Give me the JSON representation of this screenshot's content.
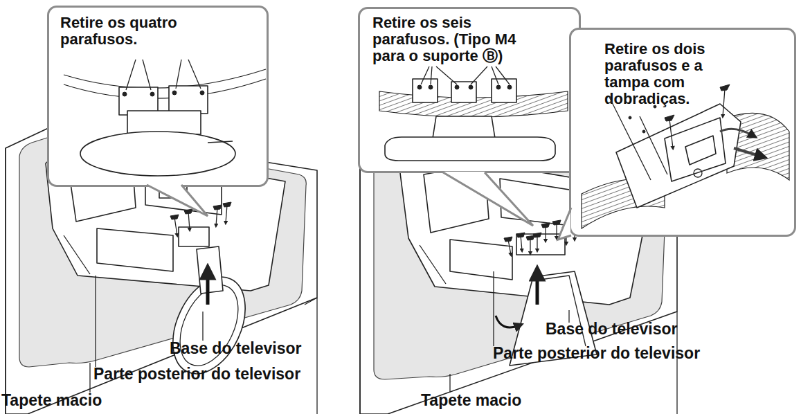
{
  "diagram": {
    "nodes": [
      {
        "text": [
          "Retire os quatro parafusos."
        ]
      },
      {
        "text": [
          "Retire os seis parafusos. (Tipo M4 para o suporte Ⓑ)"
        ]
      },
      {
        "text": [
          "Retire os dois parafusos e a tampa com dobradiças."
        ]
      }
    ],
    "labels": [
      "Base do televisor",
      "Parte posterior do televisor",
      "Tapete macio",
      "Base do televisor",
      "Parte posterior do televisor",
      "Tapete macio"
    ]
  }
}
